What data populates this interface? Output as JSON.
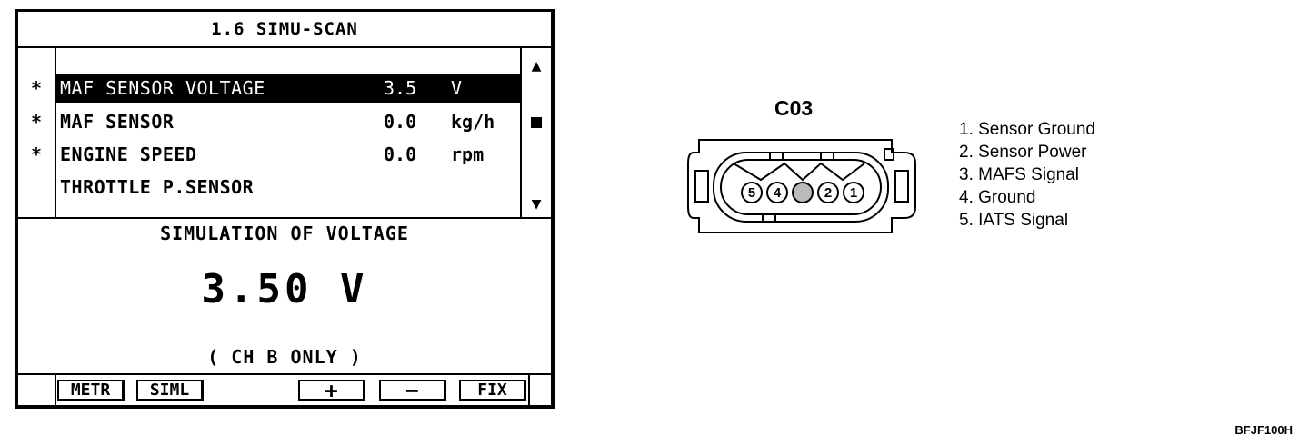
{
  "scanner": {
    "title": "1.6 SIMU-SCAN",
    "rows": [
      {
        "mark": "*",
        "name": "MAF SENSOR VOLTAGE",
        "value": "3.5",
        "unit": "V"
      },
      {
        "mark": "*",
        "name": "MAF SENSOR",
        "value": "0.0",
        "unit": "kg/h"
      },
      {
        "mark": "*",
        "name": "ENGINE SPEED",
        "value": "0.0",
        "unit": "rpm"
      },
      {
        "mark": "",
        "name": "THROTTLE P.SENSOR",
        "value": "",
        "unit": ""
      }
    ],
    "scroll_up_icon": "▲",
    "scroll_down_icon": "▼",
    "simulation_title": "SIMULATION OF VOLTAGE",
    "simulation_value": "3.50 V",
    "simulation_note": "( CH B ONLY )",
    "softkeys": {
      "metr": "METR",
      "siml": "SIML",
      "plus": "+",
      "minus": "−",
      "fix": "FIX"
    }
  },
  "connector": {
    "label": "C03",
    "pins": [
      "5",
      "4",
      "2",
      "1"
    ],
    "legend": [
      "1. Sensor Ground",
      "2. Sensor Power",
      "3. MAFS Signal",
      "4. Ground",
      "5. IATS Signal"
    ]
  },
  "figure_code": "BFJF100H"
}
